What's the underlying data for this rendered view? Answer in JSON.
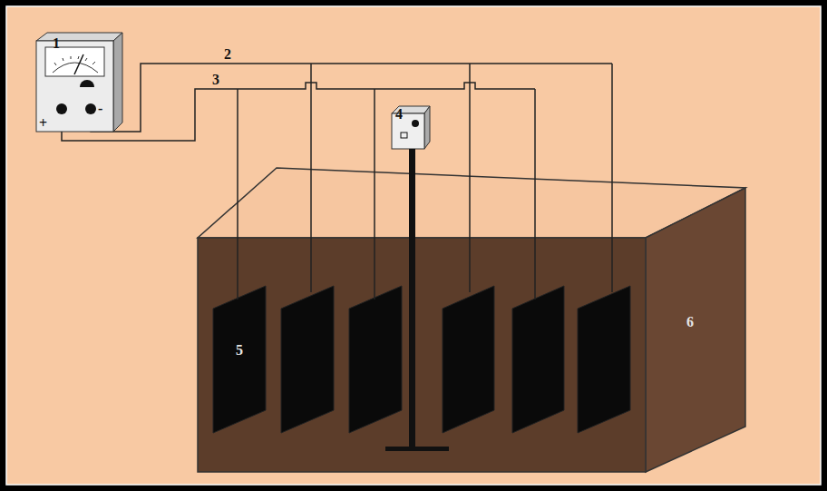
{
  "diagram": {
    "labels": [
      "1",
      "2",
      "3",
      "4",
      "5",
      "6",
      "+",
      "-"
    ]
  }
}
